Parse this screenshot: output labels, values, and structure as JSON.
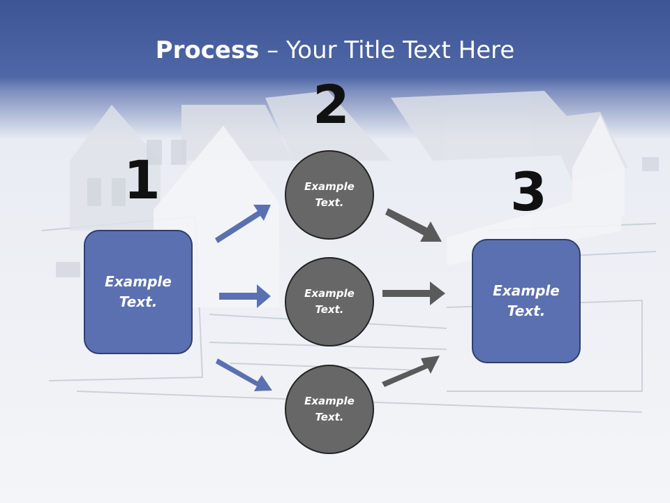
{
  "slide": {
    "title_bold": "Process",
    "title_rest": " – Your Title Text Here",
    "step1": {
      "number": "1",
      "line1": "Example",
      "line2": "Text."
    },
    "step2": {
      "number": "2",
      "circles": [
        {
          "line1": "Example",
          "line2": "Text."
        },
        {
          "line1": "Example",
          "line2": "Text."
        },
        {
          "line1": "Example",
          "line2": "Text."
        }
      ]
    },
    "step3": {
      "number": "3",
      "line1": "Example",
      "line2": "Text."
    }
  },
  "colors": {
    "header_blue": "#3d5594",
    "box_fill": "#5b70b0",
    "circle_fill": "#676767",
    "arrow_blue": "#5b70b0",
    "arrow_gray": "#5a5a5a"
  }
}
